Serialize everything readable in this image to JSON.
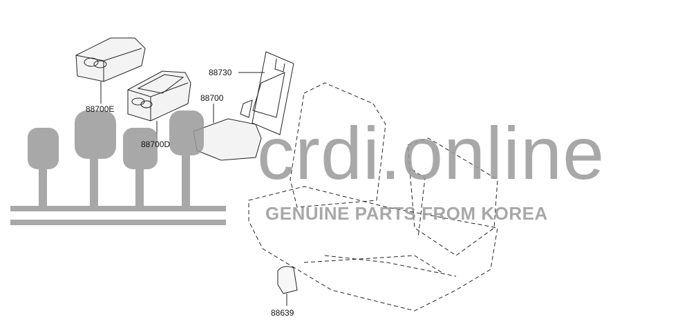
{
  "parts": [
    {
      "number": "88700E"
    },
    {
      "number": "88700D"
    },
    {
      "number": "88700"
    },
    {
      "number": "88730"
    },
    {
      "number": "88639"
    }
  ],
  "watermark": {
    "brand": "crdi.online",
    "tagline": "GENUINE PARTS FROM KOREA"
  },
  "colors": {
    "line": "#222222",
    "watermark": "#9a9a9a"
  }
}
